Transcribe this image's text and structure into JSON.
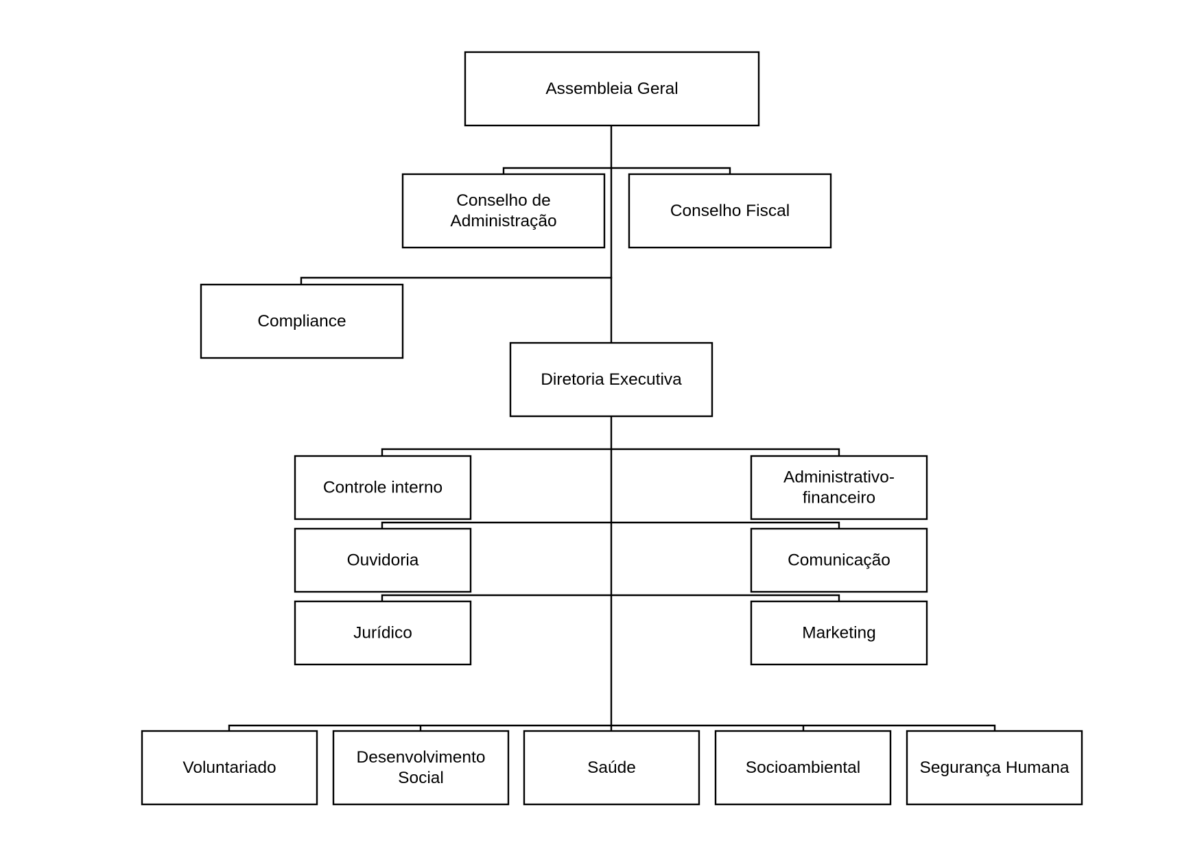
{
  "colors": {
    "box_fill": "#ffffff",
    "box_stroke": "#000000",
    "text": "#000000",
    "connector": "#000000"
  },
  "nodes": {
    "assembleia_geral": {
      "lines": [
        "Assembleia Geral"
      ]
    },
    "conselho_administracao": {
      "lines": [
        "Conselho de",
        "Administração"
      ]
    },
    "conselho_fiscal": {
      "lines": [
        "Conselho Fiscal"
      ]
    },
    "compliance": {
      "lines": [
        "Compliance"
      ]
    },
    "diretoria_executiva": {
      "lines": [
        "Diretoria Executiva"
      ]
    },
    "controle_interno": {
      "lines": [
        "Controle interno"
      ]
    },
    "administrativo_financeiro": {
      "lines": [
        "Administrativo-",
        "financeiro"
      ]
    },
    "ouvidoria": {
      "lines": [
        "Ouvidoria"
      ]
    },
    "comunicacao": {
      "lines": [
        "Comunicação"
      ]
    },
    "juridico": {
      "lines": [
        "Jurídico"
      ]
    },
    "marketing": {
      "lines": [
        "Marketing"
      ]
    },
    "voluntariado": {
      "lines": [
        "Voluntariado"
      ]
    },
    "desenvolvimento_social": {
      "lines": [
        "Desenvolvimento",
        "Social"
      ]
    },
    "saude": {
      "lines": [
        "Saúde"
      ]
    },
    "socioambiental": {
      "lines": [
        "Socioambiental"
      ]
    },
    "seguranca_humana": {
      "lines": [
        "Segurança Humana"
      ]
    }
  },
  "edges": [
    {
      "from": "assembleia_geral",
      "to": "conselho_administracao"
    },
    {
      "from": "assembleia_geral",
      "to": "conselho_fiscal"
    },
    {
      "from": "assembleia_geral",
      "to": "compliance"
    },
    {
      "from": "assembleia_geral",
      "to": "diretoria_executiva"
    },
    {
      "from": "diretoria_executiva",
      "to": "controle_interno"
    },
    {
      "from": "diretoria_executiva",
      "to": "administrativo_financeiro"
    },
    {
      "from": "diretoria_executiva",
      "to": "ouvidoria"
    },
    {
      "from": "diretoria_executiva",
      "to": "comunicacao"
    },
    {
      "from": "diretoria_executiva",
      "to": "juridico"
    },
    {
      "from": "diretoria_executiva",
      "to": "marketing"
    },
    {
      "from": "diretoria_executiva",
      "to": "voluntariado"
    },
    {
      "from": "diretoria_executiva",
      "to": "desenvolvimento_social"
    },
    {
      "from": "diretoria_executiva",
      "to": "saude"
    },
    {
      "from": "diretoria_executiva",
      "to": "socioambiental"
    },
    {
      "from": "diretoria_executiva",
      "to": "seguranca_humana"
    }
  ]
}
